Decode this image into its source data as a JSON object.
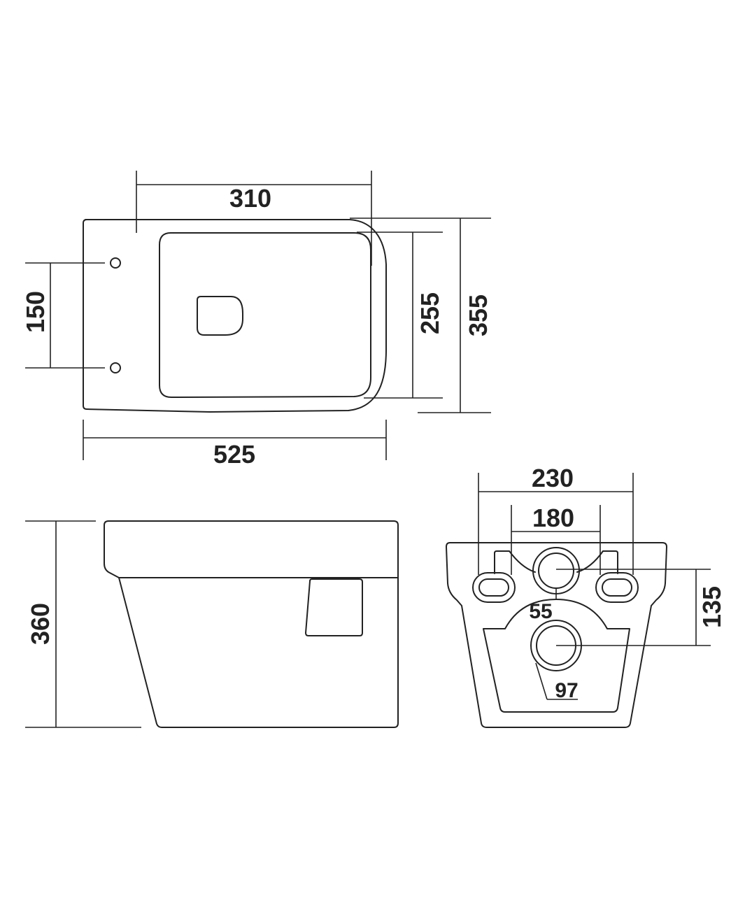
{
  "top_view": {
    "width_label": "525",
    "bowl_length_label": "310",
    "fixing_holes_label": "150",
    "bowl_width_label": "255",
    "overall_width_label": "355"
  },
  "side_view": {
    "height_label": "360"
  },
  "rear_view": {
    "outer_width_label": "230",
    "inlet_spacing_label": "180",
    "height_label": "135",
    "inlet_label": "55",
    "outlet_label": "97"
  }
}
